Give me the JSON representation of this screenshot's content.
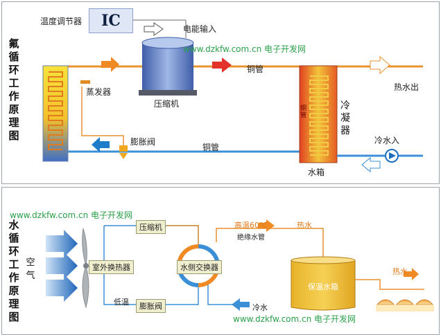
{
  "top": {
    "title": "氟循环工作原理图",
    "ic_label": "IC",
    "thermostat_label": "温度调节器",
    "power_input_label": "电能输入",
    "copper_pipe_label": "铜管",
    "copper_pipe_label_2": "铜管",
    "evaporator_label": "蒸发器",
    "compressor_label": "压缩机",
    "expansion_valve_label": "膨胀阀",
    "hot_water_out_label": "热水出",
    "condenser_label": "冷凝器",
    "inner_copper_label": "铜管",
    "cold_water_in_label": "冷水入",
    "water_tank_label": "水箱",
    "watermark": "www.dzkfw.com.cn 电子开发网"
  },
  "bottom": {
    "title": "水循环工作原理图",
    "air_label": "空气",
    "outdoor_exchanger_label": "室外换热器",
    "compressor_label": "压缩机",
    "expansion_valve_label": "膨胀阀",
    "low_temp_label": "低温",
    "water_exchanger_label": "水侧交换器",
    "high_temp_label": "高温60℃",
    "hot_water_label": "热水",
    "insulated_pipe_label": "绝缘水管",
    "cold_water_label": "冷水",
    "storage_tank_label": "保温水箱",
    "hot_water_label_2": "热水",
    "watermark_top": "www.dzkfw.com.cn 电子开发网",
    "watermark_bottom": "www.dzkfw.com.cn 电子开发网"
  },
  "colors": {
    "hot_pipe": "#e8922e",
    "cold_pipe": "#3a8fd6",
    "tank_fill": "#f0c437",
    "compressor_blue": "#5d80c4",
    "arrow_red": "#e2332a",
    "arrow_orange": "#f08a24",
    "arrow_blue": "#1f7cc9"
  }
}
